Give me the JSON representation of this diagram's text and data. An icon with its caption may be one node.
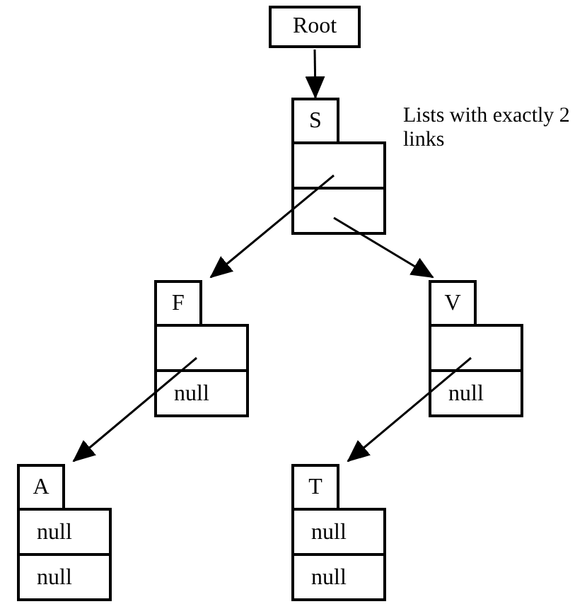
{
  "diagram": {
    "nodes": [
      {
        "text": [
          "Root"
        ]
      },
      {
        "text": [
          "S"
        ]
      },
      {
        "text": [
          "F",
          "null"
        ]
      },
      {
        "text": [
          "V",
          "null"
        ]
      },
      {
        "text": [
          "A",
          "null",
          "null"
        ]
      },
      {
        "text": [
          "T",
          "null",
          "null"
        ]
      }
    ],
    "edges": [
      {
        "from": 0,
        "to": 1,
        "arrow": "to"
      },
      {
        "from": 1,
        "to": 2,
        "arrow": "to"
      },
      {
        "from": 1,
        "to": 3,
        "arrow": "to"
      },
      {
        "from": 2,
        "to": 4,
        "arrow": "to"
      },
      {
        "from": 3,
        "to": 5,
        "arrow": "to"
      }
    ],
    "labels": [
      "Lists with exactly 2 links"
    ]
  }
}
